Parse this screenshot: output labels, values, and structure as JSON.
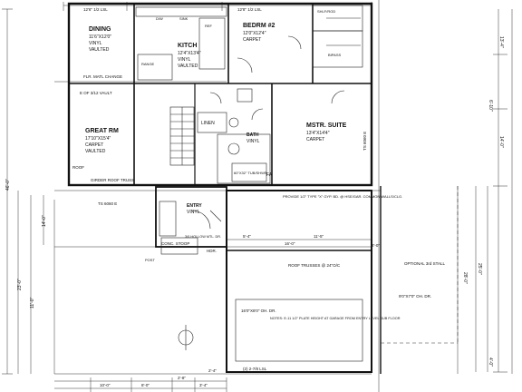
{
  "rooms": {
    "dining": {
      "name": "DINING",
      "size": "11'6\"X12'0\"",
      "detail1": "VINYL",
      "detail2": "VAULTED"
    },
    "kitch": {
      "name": "KITCH",
      "size": "12'4\"X13'4\"",
      "detail1": "VINYL",
      "detail2": "VAULTED"
    },
    "bedrm2": {
      "name": "BEDRM #2",
      "size": "12'0\"X12'4\"",
      "detail1": "CARPET"
    },
    "great_rm": {
      "name": "GREAT RM",
      "size": "17'10\"X15'4\"",
      "detail1": "CARPET",
      "detail2": "VAULTED"
    },
    "mstr_suite": {
      "name": "MSTR. SUITE",
      "size": "13'4\"X14'4\"",
      "detail1": "CARPET"
    },
    "bath": {
      "name": "BATH",
      "detail1": "VINYL"
    },
    "entry": {
      "name": "ENTRY",
      "detail1": "VINYL"
    },
    "linen": {
      "name": "LINEN"
    }
  },
  "labels": {
    "flr_matl_change": "FLR. MATL CHANGE",
    "e_of_vault": "E OF 3/12 VAULT",
    "girder_roof_truss": "GIRDER ROOF TRUSS",
    "roof_overhang": "ROOF",
    "conc_stoop": "CONC. STOOP",
    "tub": "60\"X32\" TUB/SHWR",
    "fa": "FA",
    "provide_note": "PROVIDE 1/2\" TYPE \"X\" GYP. BD. @ HSE/GAR. COMMON WALLS/CLG.",
    "roof_trusses": "ROOF TRUSSES @ 24\"O/C",
    "optional_stall": "OPTIONAL 3rd STALL",
    "garage_door_1": "16'0\"X8'0\" OH. DR.",
    "garage_door_2": "9'0\"X7'0\" OH. DR.",
    "notes": "NOTES: 5'-11 1/2\" PLATE HEIGHT AT GARAGE FROM ENTRY LEVEL SUB FLOOR",
    "hdr": "HDR.",
    "hdr2": "3/0 HOLLOW MTL. DR.",
    "window_great": "TS 6060 E",
    "window_mstr": "TS 6060 E",
    "sink": "SINK",
    "dw": "D/W",
    "ref": "REF",
    "range": "RANGE",
    "closet": "SHLF/ROD",
    "post": "POST",
    "bi_pass": "BIPASS"
  },
  "dimensions": {
    "top1": "12'6\" 1/2 LSL",
    "top2": "12'8\" 1/2 LSL",
    "left_total": "46'-0\"",
    "left_a": "23'-0\"",
    "left_b": "11'-0\"",
    "left_c": "14'-0\"",
    "right1": "13'-4\"",
    "right2": "14'-0\"",
    "right3": "6'-10\"",
    "right4": "25'-0\"",
    "right5": "4'-0\"",
    "bottom1": "10'-0\"",
    "bottom2": "8'-0\"",
    "bottom3": "2'-8\"",
    "bottom4": "3'-4\"",
    "bottom5": "2'-4\"",
    "mid1": "16'-0\"",
    "mid2": "11'-5\"",
    "mid3": "5'-4\"",
    "mid4": "2'-0\"",
    "garage_right": "28'-0\"",
    "beam_label": "(2) 2-7/8 LSL"
  }
}
